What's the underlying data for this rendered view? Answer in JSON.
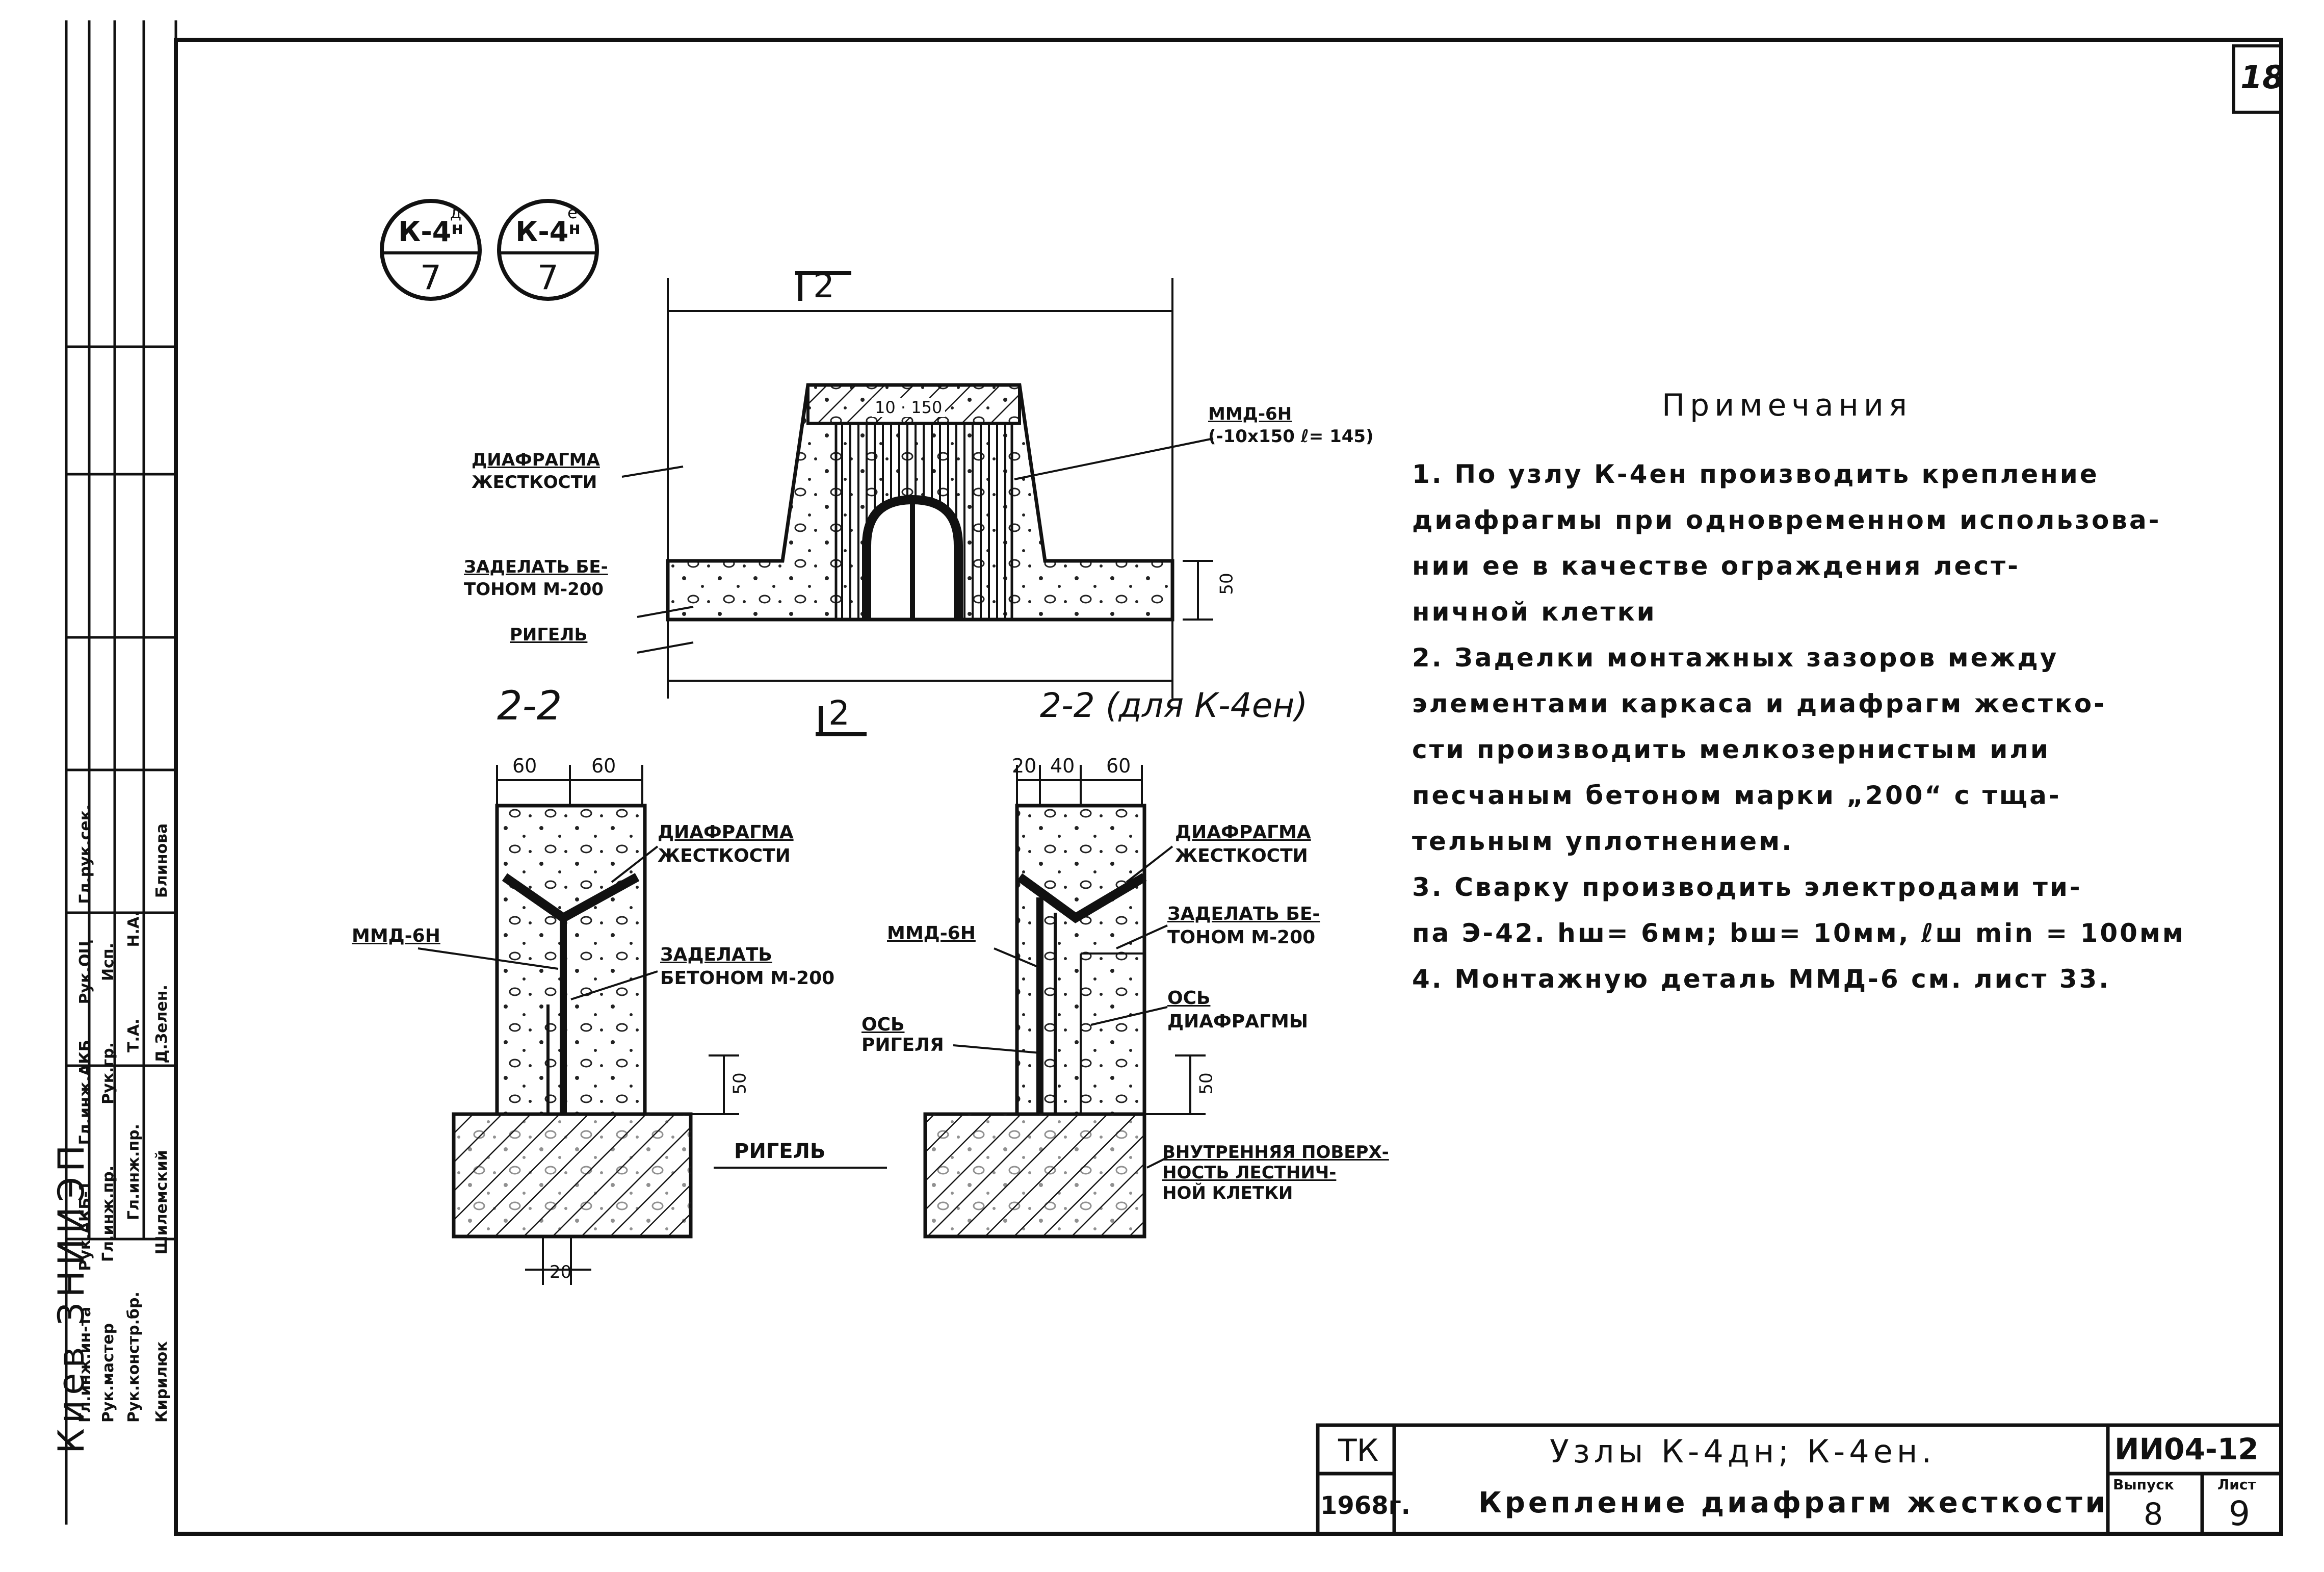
{
  "page_number": "18",
  "markers": [
    {
      "top": "К-4",
      "sup": "д",
      "sub": "н",
      "bottom": "7"
    },
    {
      "top": "К-4",
      "sup": "е",
      "sub": "н",
      "bottom": "7"
    }
  ],
  "section_top": {
    "cut_top": "2",
    "cut_bottom": "2",
    "inner_dims": "10 · 150",
    "dim_right": "50",
    "labels": {
      "diaphragm": [
        "ДИАФРАГМА",
        "ЖЕСТКОСТИ"
      ],
      "fill_concrete": [
        "ЗАДЕЛАТЬ БЕ-",
        "ТОНОМ М-200"
      ],
      "beam": "РИГЕЛЬ",
      "part": "ММД-6Н",
      "part_spec": "(-10х150 ℓ= 145)"
    }
  },
  "section_left": {
    "title": "2-2",
    "dims": [
      "60",
      "60"
    ],
    "dim_side": "50",
    "dim_bottom": "20",
    "labels": {
      "diaphragm": [
        "ДИАФРАГМА",
        "ЖЕСТКОСТИ"
      ],
      "fill_concrete": [
        "ЗАДЕЛАТЬ",
        "БЕТОНОМ М-200"
      ],
      "part": "ММД-6Н",
      "beam": "РИГЕЛЬ"
    }
  },
  "section_right": {
    "title": "2-2 (для К-4ен)",
    "dims": [
      "20",
      "40",
      "60"
    ],
    "dim_side": "50",
    "labels": {
      "diaphragm": [
        "ДИАФРАГМА",
        "ЖЕСТКОСТИ"
      ],
      "fill_concrete": [
        "ЗАДЕЛАТЬ БЕ-",
        "ТОНОМ М-200"
      ],
      "part": "ММД-6Н",
      "axis_diaphragm": [
        "ОСЬ",
        "ДИАФРАГМЫ"
      ],
      "axis_beam": [
        "ОСЬ",
        "РИГЕЛЯ"
      ],
      "inner_surface": [
        "ВНУТРЕННЯЯ ПОВЕРХ-",
        "НОСТЬ ЛЕСТНИЧ-",
        "НОЙ КЛЕТКИ"
      ]
    }
  },
  "notes": {
    "title": "Примечания",
    "lines": [
      "1. По узлу К-4ен производить крепление",
      "диафрагмы при одновременном использова-",
      "нии ее в качестве ограждения лест-",
      "ничной клетки",
      "2. Заделки монтажных зазоров между",
      "элементами каркаса и диафрагм жестко-",
      "сти производить мелкозернистым или",
      "песчаным бетоном марки „200“ с тща-",
      "тельным уплотнением.",
      "3. Сварку производить электродами ти-",
      "па Э-42. hш= 6мм; bш= 10мм, ℓш min = 100мм",
      "4. Монтажную деталь ММД-6 см. лист 33."
    ]
  },
  "title_block": {
    "org": "ТК",
    "year": "1968г.",
    "title_line1": "Узлы К-4дн; К-4ен.",
    "title_line2": "Крепление диафрагм жесткости",
    "code": "ИИ04-12",
    "issue_label": "Выпуск",
    "issue": "8",
    "sheet_label": "Лист",
    "sheet": "9"
  },
  "side_stamp": {
    "org_vertical": "Киев ЗНИИЭП",
    "columns": [
      [
        "Гл.инж.ин-та",
        "Рук.АКБ-1",
        "Гл.инж.АКБ",
        "Рук.ОЦ",
        "Гл.рук.сек."
      ],
      [
        "Рук.мастер",
        "Гл.инж.пр.",
        "Рук.гр.",
        "Исп."
      ],
      [
        "Рук.констр.бр.",
        "Гл.инж.пр.",
        "Т.А.",
        "Н.А."
      ],
      [
        "Кирилюк",
        "Шилемский",
        "Д.Зелен.",
        "Блинова"
      ]
    ]
  }
}
